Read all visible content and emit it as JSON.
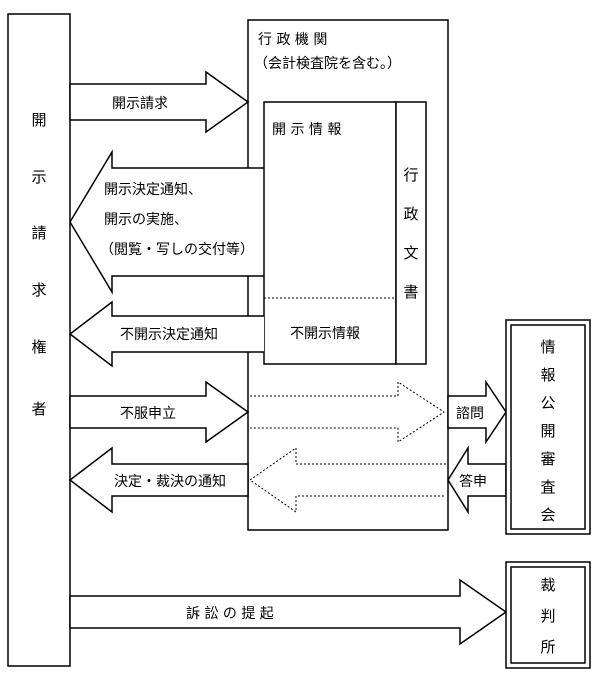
{
  "requester": {
    "label": [
      "開",
      "示",
      "請",
      "求",
      "権",
      "者"
    ]
  },
  "agency": {
    "title": "行 政 機 関",
    "subtitle": "（会計検査院を含む。）"
  },
  "inner": {
    "disclosed_info": "開 示 情 報",
    "undisclosed_info": "不開示情報",
    "admin_docs": [
      "行",
      "政",
      "文",
      "書"
    ]
  },
  "review_board": {
    "label": [
      "情",
      "報",
      "公",
      "開",
      "審",
      "査",
      "会"
    ]
  },
  "court": {
    "label": [
      "裁",
      "判",
      "所"
    ]
  },
  "arrows": {
    "request": "開示請求",
    "decision_line1": "開示決定通知、",
    "decision_line2": "開示の実施、",
    "decision_line3": "（閲覧・写しの交付等）",
    "nondisclosure": "不開示決定通知",
    "objection": "不服申立",
    "ruling": "決定・裁決の通知",
    "consult": "諮問",
    "reply": "答申",
    "lawsuit": "訴 訟 の 提 起"
  }
}
